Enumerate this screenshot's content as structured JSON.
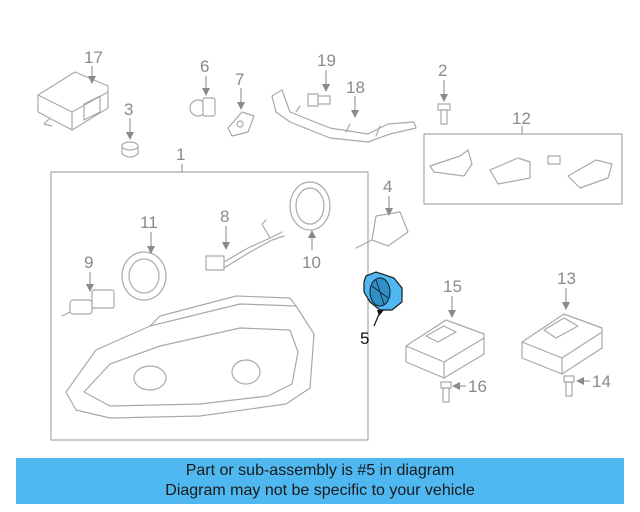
{
  "callouts": {
    "c1": "1",
    "c2": "2",
    "c3": "3",
    "c4": "4",
    "c5": "5",
    "c6": "6",
    "c7": "7",
    "c8": "8",
    "c9": "9",
    "c10": "10",
    "c11": "11",
    "c12": "12",
    "c13": "13",
    "c14": "14",
    "c15": "15",
    "c16": "16",
    "c17": "17",
    "c18": "18",
    "c19": "19"
  },
  "highlight": {
    "part_number": "5",
    "color": "#4fb8f0"
  },
  "banner": {
    "line1": "Part or sub-assembly is #5 in diagram",
    "line2": "Diagram may not be specific to your vehicle",
    "color": "#4fb8f0"
  }
}
